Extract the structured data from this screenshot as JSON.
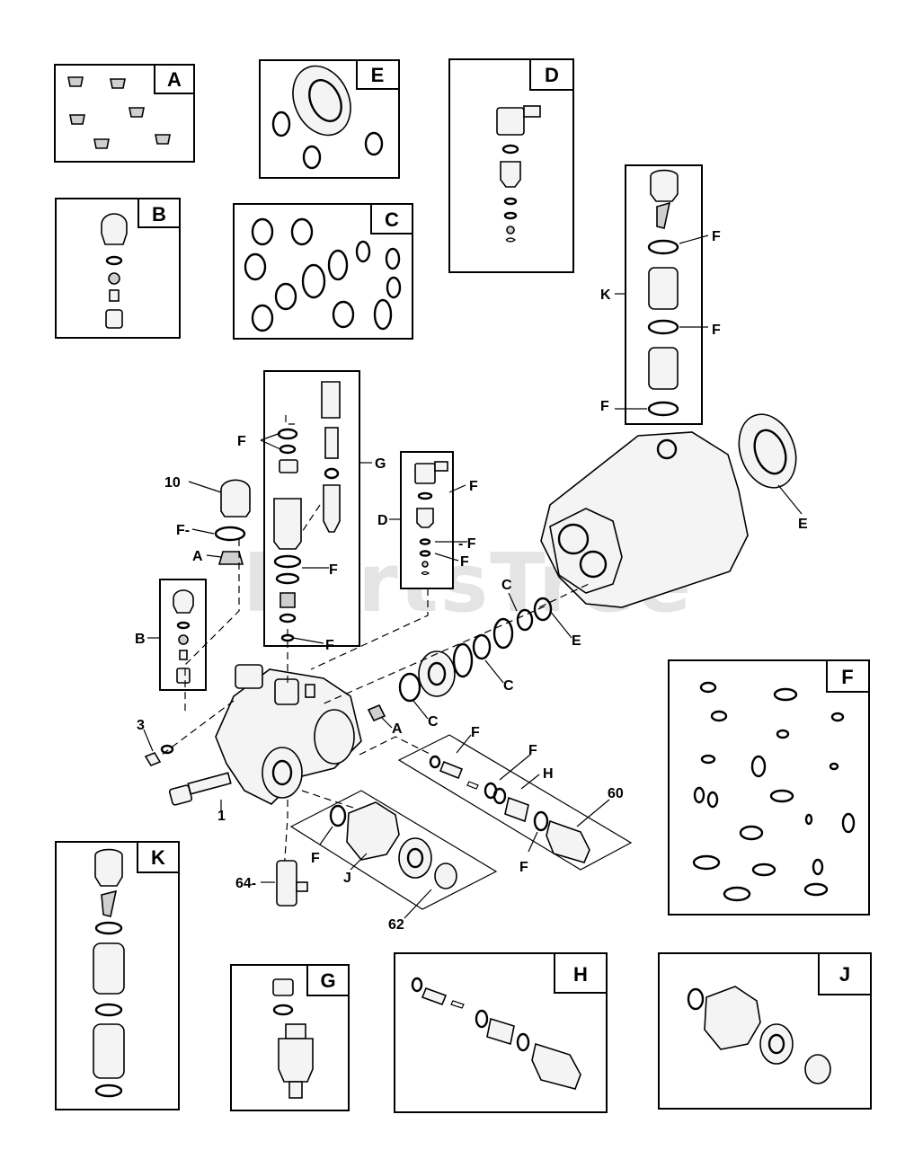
{
  "watermark": "PartsTree",
  "kits": [
    {
      "key": "A",
      "label": "A"
    },
    {
      "key": "E",
      "label": "E"
    },
    {
      "key": "D",
      "label": "D"
    },
    {
      "key": "B",
      "label": "B"
    },
    {
      "key": "C",
      "label": "C"
    },
    {
      "key": "F",
      "label": "F"
    },
    {
      "key": "K",
      "label": "K"
    },
    {
      "key": "G",
      "label": "G"
    },
    {
      "key": "H",
      "label": "H"
    },
    {
      "key": "J",
      "label": "J"
    }
  ],
  "callouts": {
    "k_label": "K",
    "f": "F",
    "f_dash": "F-",
    "dash_f": "- F",
    "num_10": "10",
    "a": "A",
    "b": "B",
    "g": "G",
    "d": "D",
    "c": "C",
    "e": "E",
    "h": "H",
    "j": "J",
    "num_3": "3",
    "num_1": "1",
    "num_60": "60",
    "num_64": "64-",
    "num_62": "62"
  }
}
